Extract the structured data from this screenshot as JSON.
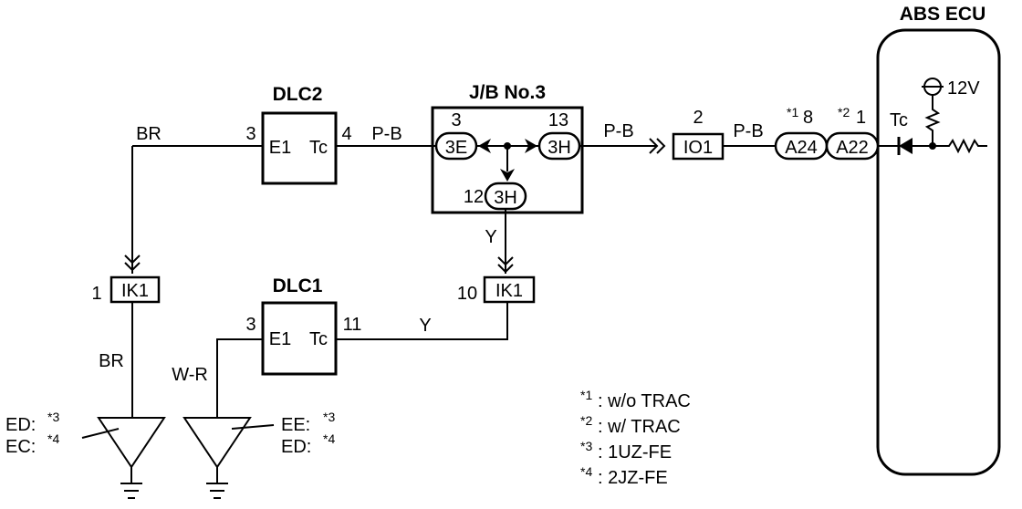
{
  "ecu": {
    "title": "ABS ECU",
    "pin": "Tc",
    "supply": "12V"
  },
  "dlc2": {
    "name": "DLC2",
    "pin_left": "E1",
    "pin_right": "Tc",
    "num_left": "3",
    "num_right": "4"
  },
  "dlc1": {
    "name": "DLC1",
    "pin_left": "E1",
    "pin_right": "Tc",
    "num_left": "3",
    "num_right": "11"
  },
  "jb": {
    "title": "J/B No.3",
    "left": {
      "num": "3",
      "label": "3E"
    },
    "right": {
      "num": "13",
      "label": "3H"
    },
    "bottom": {
      "num": "12",
      "label": "3H"
    }
  },
  "connectors": {
    "io1": {
      "label": "IO1",
      "num": "2"
    },
    "ik1_left": {
      "label": "IK1",
      "num": "1"
    },
    "ik1_right": {
      "label": "IK1",
      "num": "10"
    },
    "a24": {
      "label": "A24",
      "num": "8",
      "mark": "*1"
    },
    "a22": {
      "label": "A22",
      "num": "1",
      "mark": "*2"
    }
  },
  "wires": {
    "br_top": "BR",
    "br_bottom": "BR",
    "pb_1": "P-B",
    "pb_2": "P-B",
    "pb_3": "P-B",
    "y_1": "Y",
    "y_2": "Y",
    "wr": "W-R"
  },
  "grounds": {
    "left": {
      "line1": "ED:",
      "mark1": "*3",
      "line2": "EC:",
      "mark2": "*4"
    },
    "right": {
      "line1": "EE:",
      "mark1": "*3",
      "line2": "ED:",
      "mark2": "*4"
    }
  },
  "notes": [
    {
      "mark": "*1",
      "text": ": w/o TRAC"
    },
    {
      "mark": "*2",
      "text": ": w/ TRAC"
    },
    {
      "mark": "*3",
      "text": ": 1UZ-FE"
    },
    {
      "mark": "*4",
      "text": ": 2JZ-FE"
    }
  ]
}
